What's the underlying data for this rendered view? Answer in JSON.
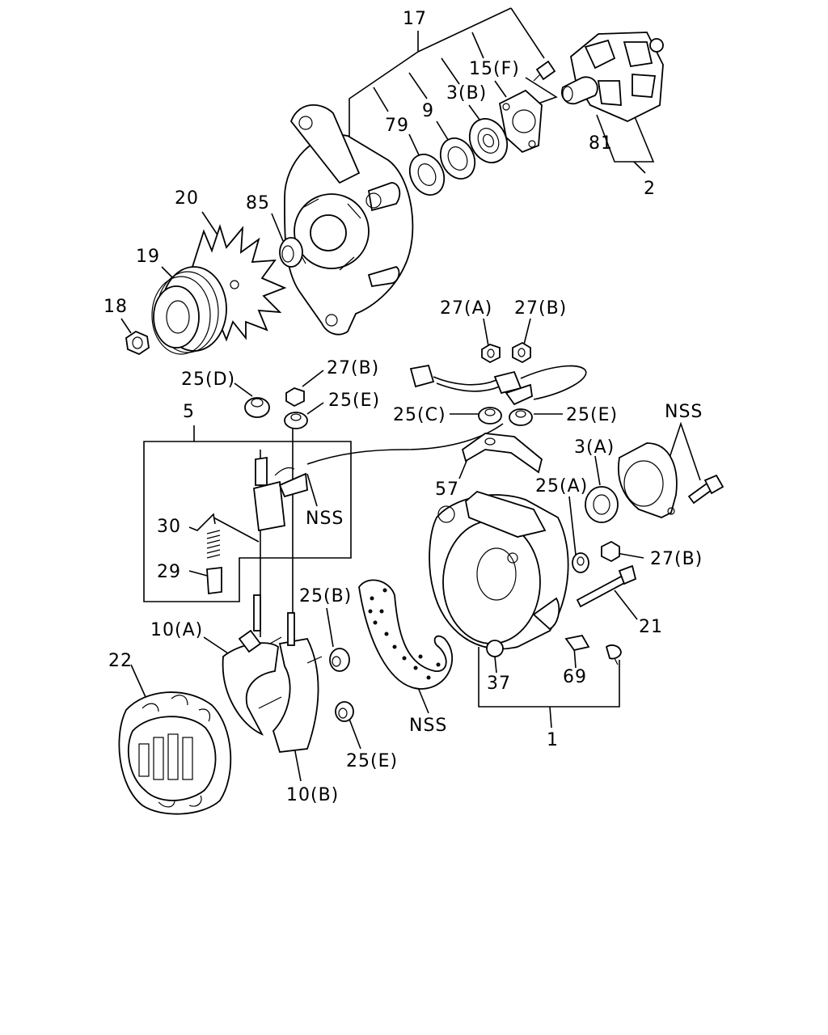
{
  "diagram": {
    "labels": {
      "l17": "17",
      "l15f": "15(F)",
      "l3b": "3(B)",
      "l9": "9",
      "l79": "79",
      "l81": "81",
      "l2": "2",
      "l20": "20",
      "l85": "85",
      "l19": "19",
      "l18": "18",
      "l27a_top": "27(A)",
      "l27b_top": "27(B)",
      "l25d": "25(D)",
      "l27b_mid": "27(B)",
      "l25e_left": "25(E)",
      "l5": "5",
      "l25c": "25(C)",
      "l25e_right": "25(E)",
      "lnss_right": "NSS",
      "l3a": "3(A)",
      "l57": "57",
      "l25a": "25(A)",
      "lnss_box": "NSS",
      "l30": "30",
      "l27b_low": "27(B)",
      "l29": "29",
      "l25b": "25(B)",
      "l21": "21",
      "l10a": "10(A)",
      "l22": "22",
      "l37": "37",
      "l69": "69",
      "lnss_plate": "NSS",
      "l1": "1",
      "l25e_low": "25(E)",
      "l10b": "10(B)"
    }
  }
}
